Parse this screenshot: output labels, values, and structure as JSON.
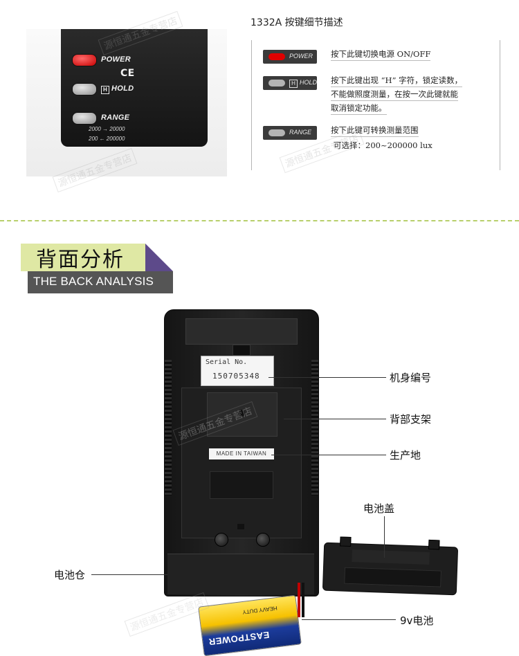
{
  "button_description": {
    "title": "1332A 按键细节描述",
    "photo": {
      "power_label": "POWER",
      "ce_mark": "CE",
      "hold_icon": "H",
      "hold_label": "HOLD",
      "range_label": "RANGE",
      "range_row1": "2000 → 20000",
      "range_row2": "200 ← 200000"
    },
    "rows": [
      {
        "button_label": "POWER",
        "lines": [
          "按下此键切换电源 ON/OFF"
        ]
      },
      {
        "button_icon": "H",
        "button_label": "HOLD",
        "lines": [
          "按下此键出现 “H” 字符，锁定读数，",
          "不能做照度测量，在按一次此键就能",
          "取消锁定功能。"
        ]
      },
      {
        "button_label": "RANGE",
        "lines": [
          "按下此键可转换测量范围",
          "可选择：200~200000 lux"
        ]
      }
    ]
  },
  "back_section": {
    "title_cn": "背面分析",
    "title_en": "THE BACK ANALYSIS"
  },
  "device": {
    "serial_title": "Serial No.",
    "serial_value": "150705348",
    "made_in": "MADE IN TAIWAN",
    "battery_brand": "EASTPOWER",
    "battery_duty": "HEAVY DUTY"
  },
  "callouts": {
    "serial": "机身编号",
    "stand": "背部支架",
    "origin": "生产地",
    "cover": "电池盖",
    "compartment": "电池仓",
    "battery": "9v电池"
  },
  "watermark": "源恒通五金专营店",
  "colors": {
    "power_button": "#d50000",
    "gray_button": "#aaaaaa",
    "header_bg": "#dfe8a4",
    "header_accent": "#5d4a8a",
    "header_en_bg": "#555555",
    "divider": "#b7cf6a"
  }
}
